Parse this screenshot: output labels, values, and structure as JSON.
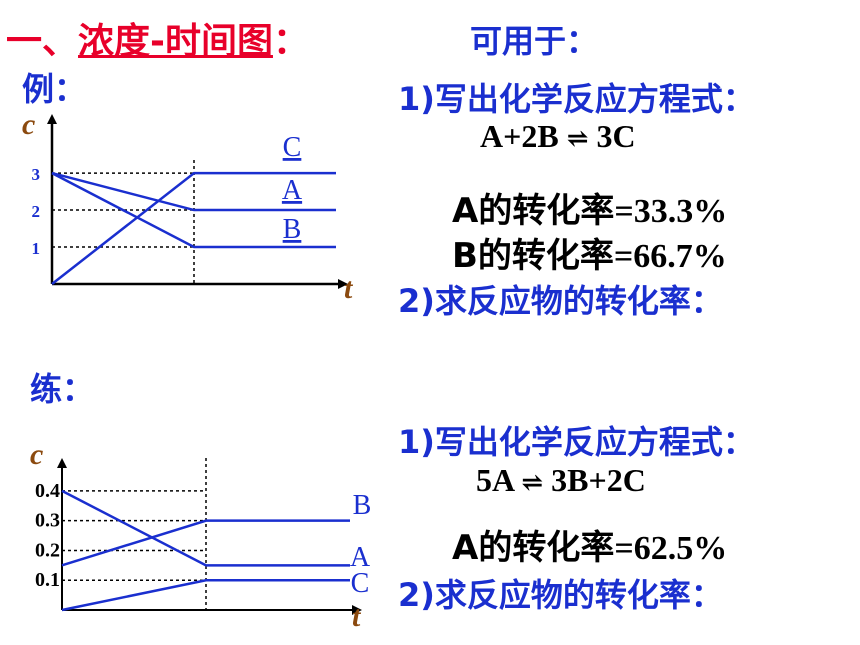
{
  "header": {
    "prefix": "一、",
    "title": "浓度-时间图",
    "colon": "：",
    "uses": "可用于："
  },
  "example": {
    "label": "例：",
    "point1": "1)写出化学反应方程式：",
    "equation_left": "A+2B",
    "equation_arrow": "⇌",
    "equation_right": "3C",
    "rate_a_label": "A的转化率",
    "rate_a_value": "=33.3%",
    "rate_b_label": "B的转化率",
    "rate_b_value": "=66.7%",
    "point2": "2)求反应物的转化率："
  },
  "practice": {
    "label": "练：",
    "point1": "1)写出化学反应方程式：",
    "equation_left": "5A",
    "equation_arrow": "⇌",
    "equation_right": "3B+2C",
    "rate_a_label": "A的转化率",
    "rate_a_value": "=62.5%",
    "point2": "2)求反应物的转化率："
  },
  "colors": {
    "red": "#e8002a",
    "blue": "#1a2fcf",
    "black": "#000000",
    "axis_letter": "#8b4a0f"
  },
  "chart_data": [
    {
      "type": "line",
      "xlabel": "t",
      "ylabel": "c",
      "yticks": [
        "3",
        "2",
        "1"
      ],
      "ytick_values": [
        3,
        2,
        1
      ],
      "ylim": [
        0,
        3.3
      ],
      "equilibrium_time": 1,
      "series": [
        {
          "name": "C",
          "x": [
            0,
            1,
            2
          ],
          "values": [
            0,
            3,
            3
          ]
        },
        {
          "name": "A",
          "x": [
            0,
            1,
            2
          ],
          "values": [
            3,
            2,
            2
          ]
        },
        {
          "name": "B",
          "x": [
            0,
            1,
            2
          ],
          "values": [
            3,
            1,
            1
          ]
        }
      ]
    },
    {
      "type": "line",
      "xlabel": "t",
      "ylabel": "c",
      "yticks": [
        "0.4",
        "0.3",
        "0.2",
        "0.1"
      ],
      "ytick_values": [
        0.4,
        0.3,
        0.2,
        0.1
      ],
      "ylim": [
        0,
        0.45
      ],
      "equilibrium_time": 1,
      "series": [
        {
          "name": "B",
          "x": [
            0,
            1,
            2
          ],
          "values": [
            0.15,
            0.3,
            0.3
          ]
        },
        {
          "name": "A",
          "x": [
            0,
            1,
            2
          ],
          "values": [
            0.4,
            0.15,
            0.15
          ]
        },
        {
          "name": "C",
          "x": [
            0,
            1,
            2
          ],
          "values": [
            0,
            0.1,
            0.1
          ]
        }
      ]
    }
  ]
}
